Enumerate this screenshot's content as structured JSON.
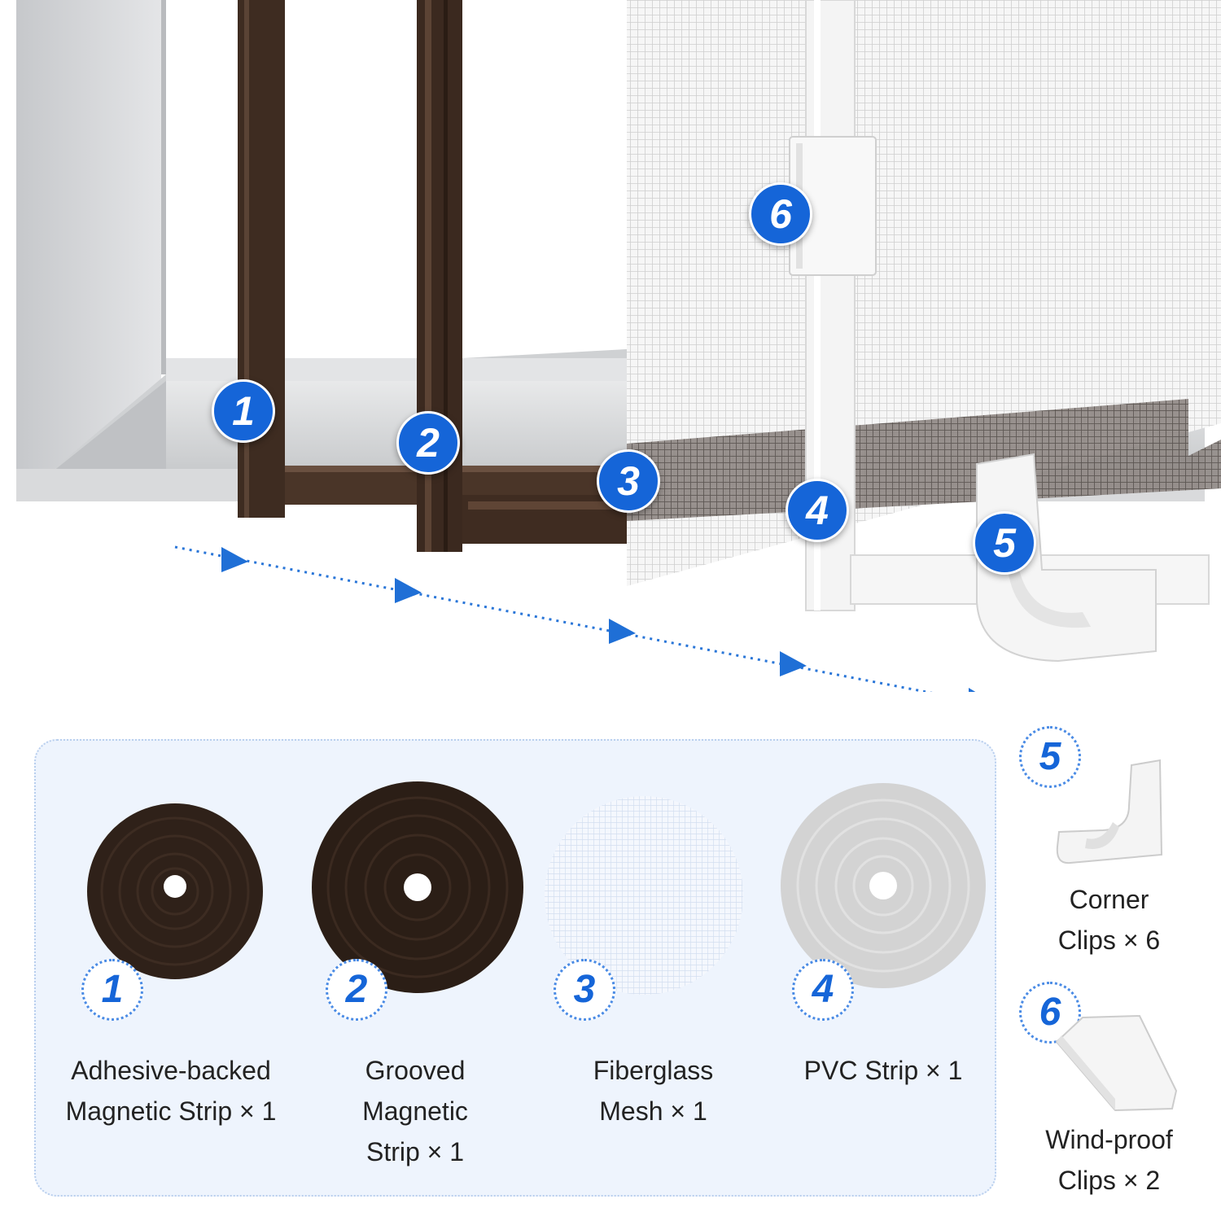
{
  "callouts": [
    "1",
    "2",
    "3",
    "4",
    "5",
    "6"
  ],
  "parts": [
    {
      "badge": "1",
      "lines": [
        "Adhesive-backed",
        "Magnetic Strip × 1"
      ]
    },
    {
      "badge": "2",
      "lines": [
        "Grooved",
        "Magnetic",
        "Strip × 1"
      ]
    },
    {
      "badge": "3",
      "lines": [
        "Fiberglass",
        "Mesh × 1"
      ]
    },
    {
      "badge": "4",
      "lines": [
        "PVC Strip × 1"
      ]
    }
  ],
  "clips": [
    {
      "badge": "5",
      "lines": [
        "Corner",
        "Clips × 6"
      ]
    },
    {
      "badge": "6",
      "lines": [
        "Wind-proof",
        "Clips × 2"
      ]
    }
  ],
  "colors": {
    "badge_blue": "#1565d8",
    "magnet_brown": "#3d2b20",
    "frame_grey": "#d4d6d9",
    "arrow_blue": "#1f6fd6"
  }
}
